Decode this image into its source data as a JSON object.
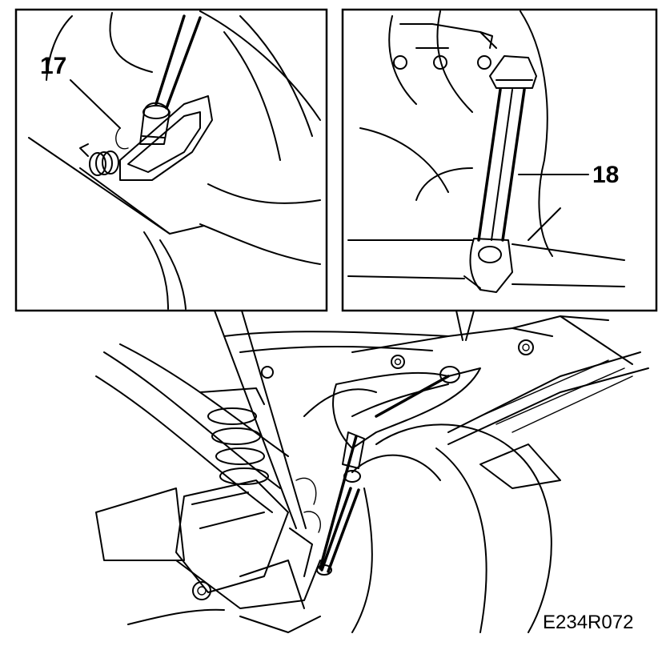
{
  "figure_code": "E234R072",
  "callouts": {
    "left_detail": "17",
    "right_detail": "18"
  }
}
